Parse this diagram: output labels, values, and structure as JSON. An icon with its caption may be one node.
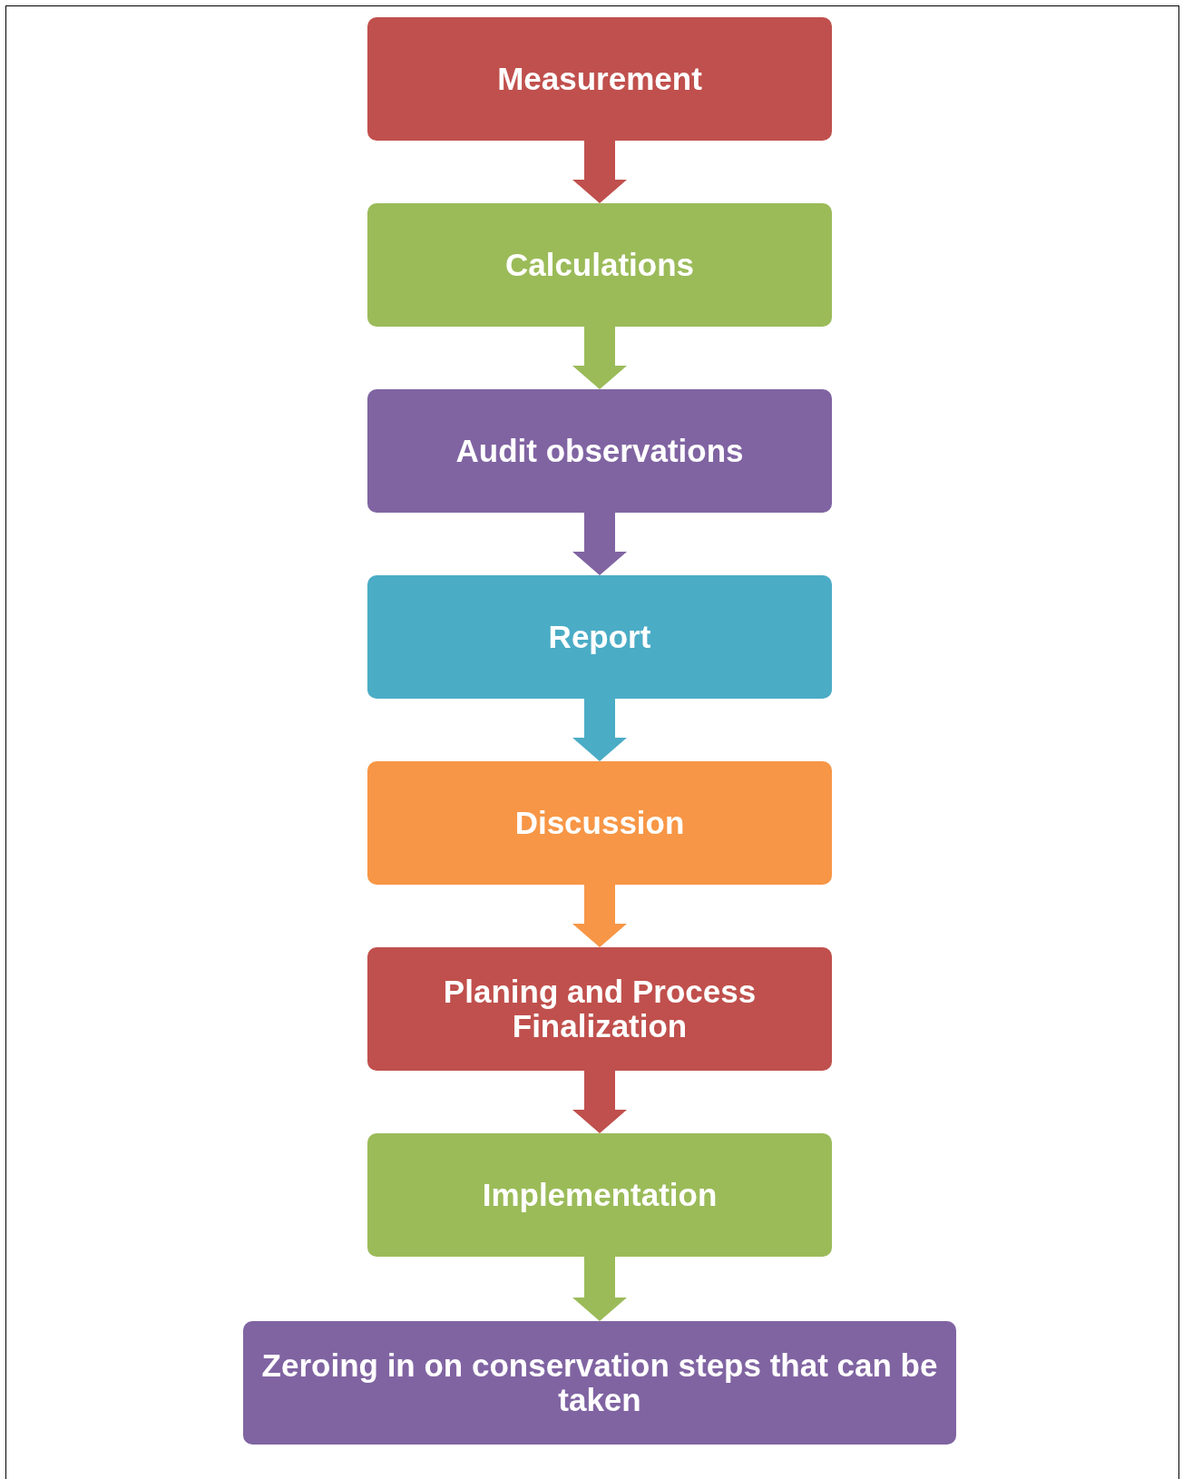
{
  "diagram": {
    "nodes": [
      {
        "text": [
          "Measurement"
        ]
      },
      {
        "text": [
          "Calculations"
        ]
      },
      {
        "text": [
          "Audit observations"
        ]
      },
      {
        "text": [
          "Report"
        ]
      },
      {
        "text": [
          "Discussion"
        ]
      },
      {
        "text": [
          "Planing and Process Finalization"
        ]
      },
      {
        "text": [
          "Implementation"
        ]
      },
      {
        "text": [
          "Zeroing in on conservation steps that can be taken"
        ]
      }
    ],
    "edges": [
      {
        "from": 0,
        "to": 1,
        "arrow": "to",
        "style": "thick",
        "color": "#c0504d"
      },
      {
        "from": 1,
        "to": 2,
        "arrow": "to",
        "style": "thick",
        "color": "#9bbb59"
      },
      {
        "from": 2,
        "to": 3,
        "arrow": "to",
        "style": "thick",
        "color": "#8064a2"
      },
      {
        "from": 3,
        "to": 4,
        "arrow": "to",
        "style": "thick",
        "color": "#4bacc6"
      },
      {
        "from": 4,
        "to": 5,
        "arrow": "to",
        "style": "thick",
        "color": "#f79646"
      },
      {
        "from": 5,
        "to": 6,
        "arrow": "to",
        "style": "thick",
        "color": "#c0504d"
      },
      {
        "from": 6,
        "to": 7,
        "arrow": "to",
        "style": "thick",
        "color": "#9bbb59"
      }
    ]
  }
}
